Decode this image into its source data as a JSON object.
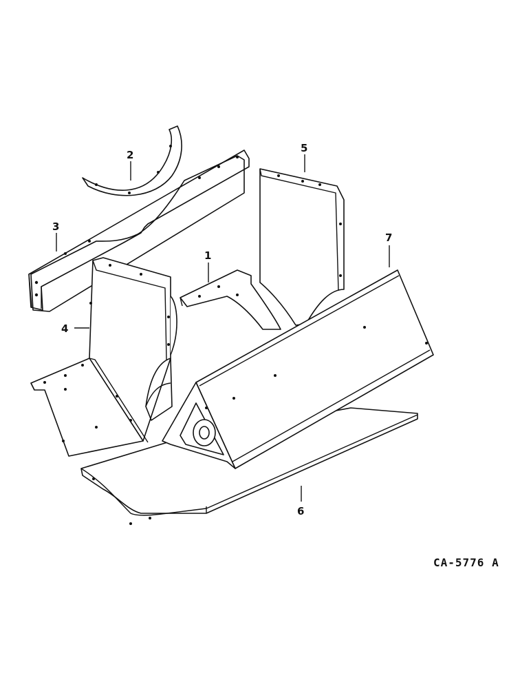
{
  "callouts": [
    "1",
    "2",
    "3",
    "4",
    "5",
    "6",
    "7"
  ],
  "drawing_code": "CA-5776 A",
  "colors": {
    "ink": "#111111",
    "paper": "#ffffff"
  }
}
